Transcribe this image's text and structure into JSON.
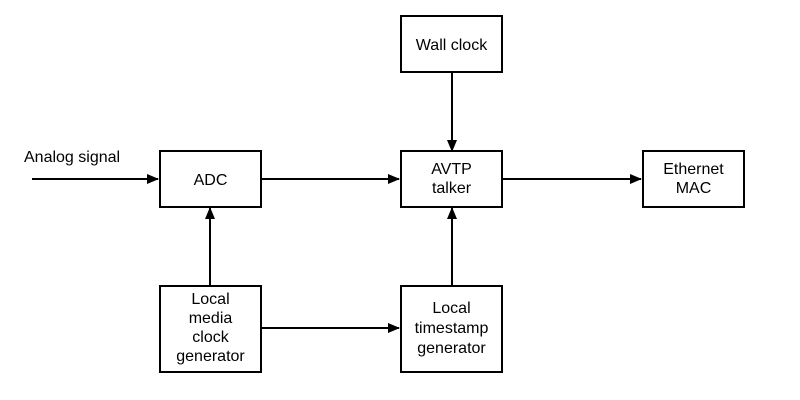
{
  "diagram": {
    "input_label": "Analog signal",
    "nodes": {
      "adc": {
        "lines": [
          "ADC"
        ]
      },
      "wall_clock": {
        "lines": [
          "Wall clock"
        ]
      },
      "avtp_talker": {
        "lines": [
          "AVTP",
          "talker"
        ]
      },
      "ethernet_mac": {
        "lines": [
          "Ethernet",
          "MAC"
        ]
      },
      "local_media_clock": {
        "lines": [
          "Local",
          "media",
          "clock",
          "generator"
        ]
      },
      "local_timestamp": {
        "lines": [
          "Local",
          "timestamp",
          "generator"
        ]
      }
    },
    "edges": [
      {
        "from": "input",
        "to": "adc"
      },
      {
        "from": "adc",
        "to": "avtp_talker"
      },
      {
        "from": "wall_clock",
        "to": "avtp_talker"
      },
      {
        "from": "avtp_talker",
        "to": "ethernet_mac"
      },
      {
        "from": "local_media_clock",
        "to": "adc"
      },
      {
        "from": "local_media_clock",
        "to": "local_timestamp"
      },
      {
        "from": "local_timestamp",
        "to": "avtp_talker"
      }
    ]
  }
}
